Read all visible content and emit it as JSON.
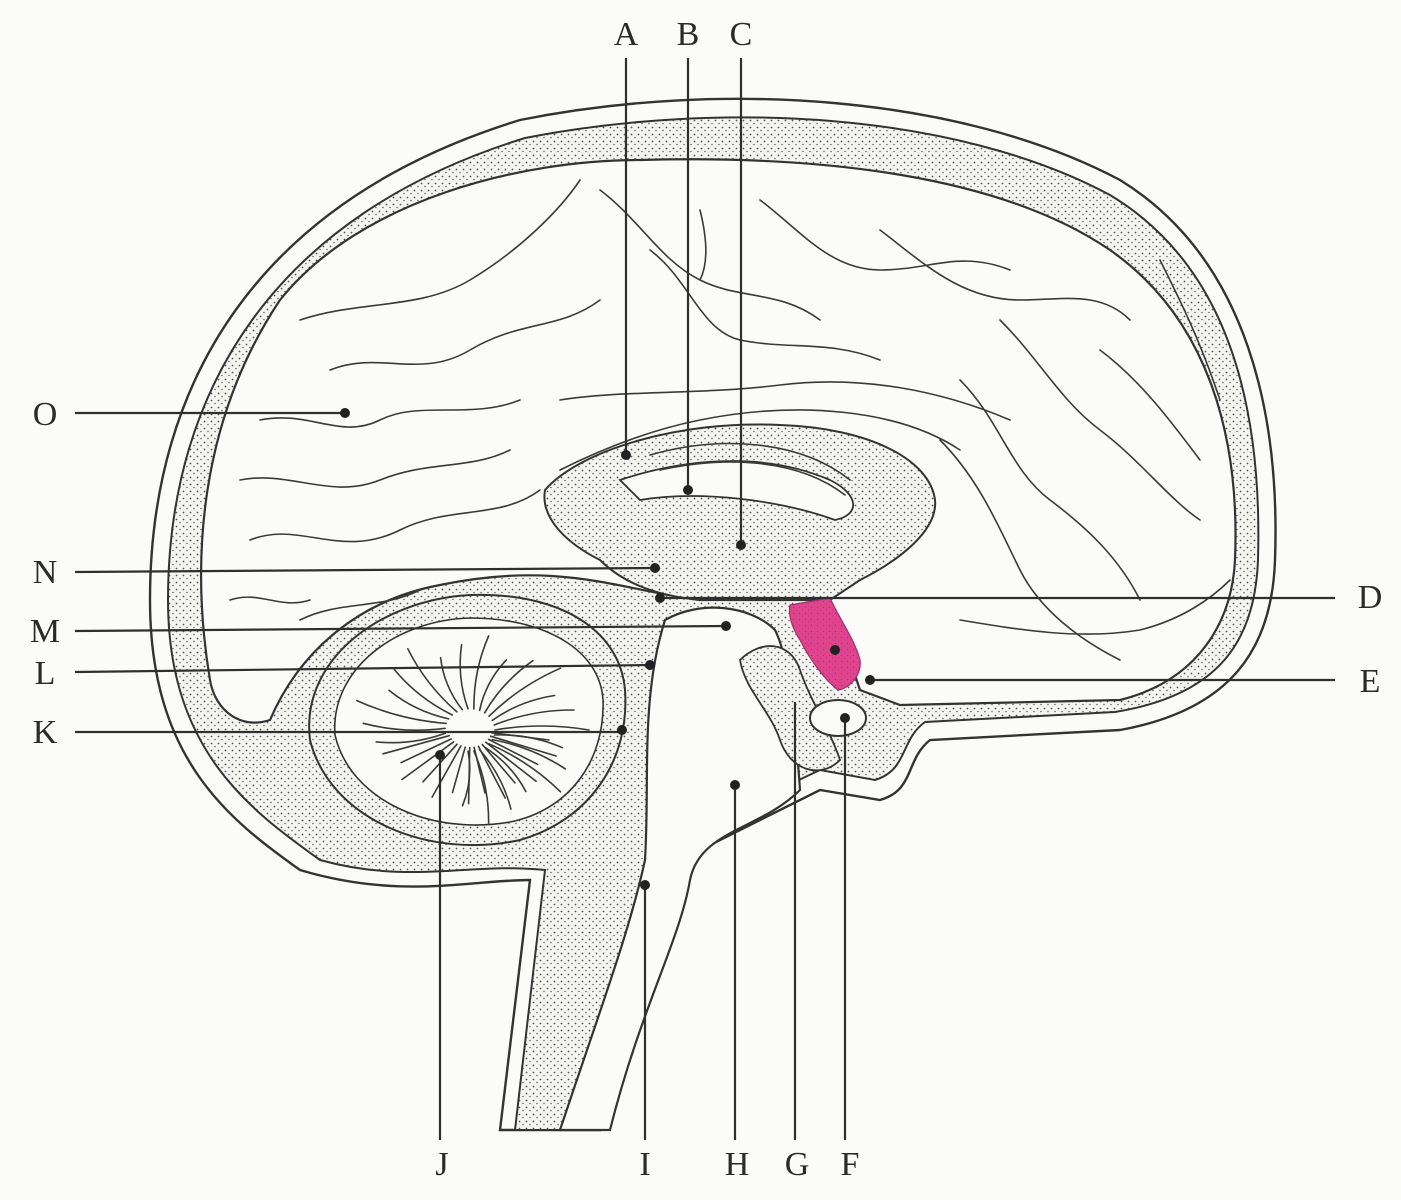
{
  "diagram": {
    "highlight_color": "#e0448f",
    "labels": {
      "A": "A",
      "B": "B",
      "C": "C",
      "D": "D",
      "E": "E",
      "F": "F",
      "G": "G",
      "H": "H",
      "I": "I",
      "J": "J",
      "K": "K",
      "L": "L",
      "M": "M",
      "N": "N",
      "O": "O"
    }
  }
}
